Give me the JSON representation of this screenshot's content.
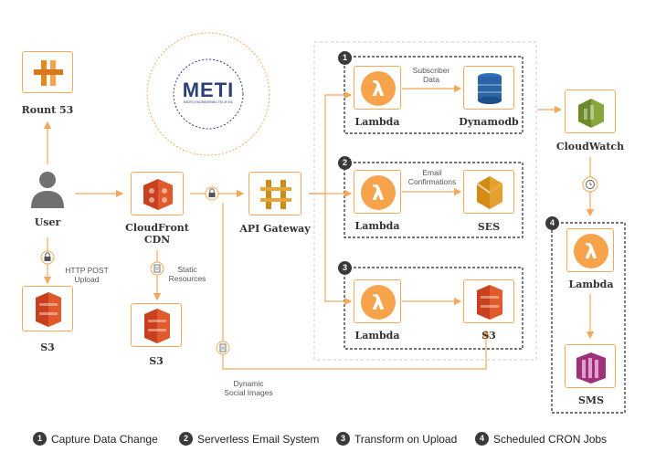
{
  "colors": {
    "accent": "#f5a85a",
    "orange_light": "#f7a34c",
    "dark": "#3a3a3a"
  },
  "nodes": {
    "route53": "Rount 53",
    "user": "User",
    "s3_upload": "S3",
    "cloudfront": "CloudFront\nCDN",
    "s3_static": "S3",
    "api_gateway": "API Gateway",
    "lambda1": "Lambda",
    "dynamodb": "Dynamodb",
    "lambda2": "Lambda",
    "ses": "SES",
    "lambda3": "Lambda",
    "s3_transform": "S3",
    "cloudwatch": "CloudWatch",
    "lambda4": "Lambda",
    "sms": "SMS"
  },
  "logo": {
    "text": "METI",
    "subtext": "MICRO ENGINEERING TECH INC"
  },
  "edge_labels": {
    "http_post": "HTTP POST\nUpload",
    "static": "Static\nResources",
    "subscriber": "Subscriber\nData",
    "email": "Email\nConfirmations",
    "dynamic": "Dynamic\nSocial Images"
  },
  "legend": [
    {
      "num": "1",
      "text": "Capture Data Change"
    },
    {
      "num": "2",
      "text": "Serverless Email System"
    },
    {
      "num": "3",
      "text": "Transform on Upload"
    },
    {
      "num": "4",
      "text": "Scheduled CRON Jobs"
    }
  ],
  "group_numbers": [
    "1",
    "2",
    "3",
    "4"
  ],
  "icons": [
    "route53-icon",
    "user-icon",
    "s3-icon",
    "cloudfront-icon",
    "api-gateway-icon",
    "lambda-icon",
    "dynamodb-icon",
    "ses-icon",
    "cloudwatch-icon",
    "sms-icon",
    "lock-icon",
    "document-icon",
    "clock-icon"
  ]
}
